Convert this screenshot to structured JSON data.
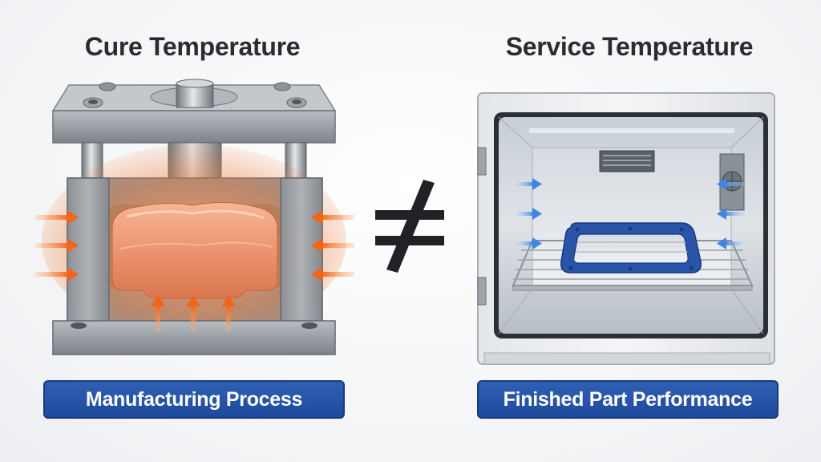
{
  "left_panel": {
    "title": "Cure Temperature",
    "label": "Manufacturing Process",
    "illustration": "compression-mold-heated",
    "arrow_color": "#f06a1e",
    "material_color": "#e8926a"
  },
  "right_panel": {
    "title": "Service Temperature",
    "label": "Finished Part Performance",
    "illustration": "environmental-chamber-oven",
    "arrow_color": "#3f86e0",
    "part_color": "#2a54a8"
  },
  "operator": {
    "symbol": "≠",
    "icon": "not-equal-icon"
  },
  "colors": {
    "label_background": "#2356a8",
    "title_text": "#2a2c30"
  }
}
